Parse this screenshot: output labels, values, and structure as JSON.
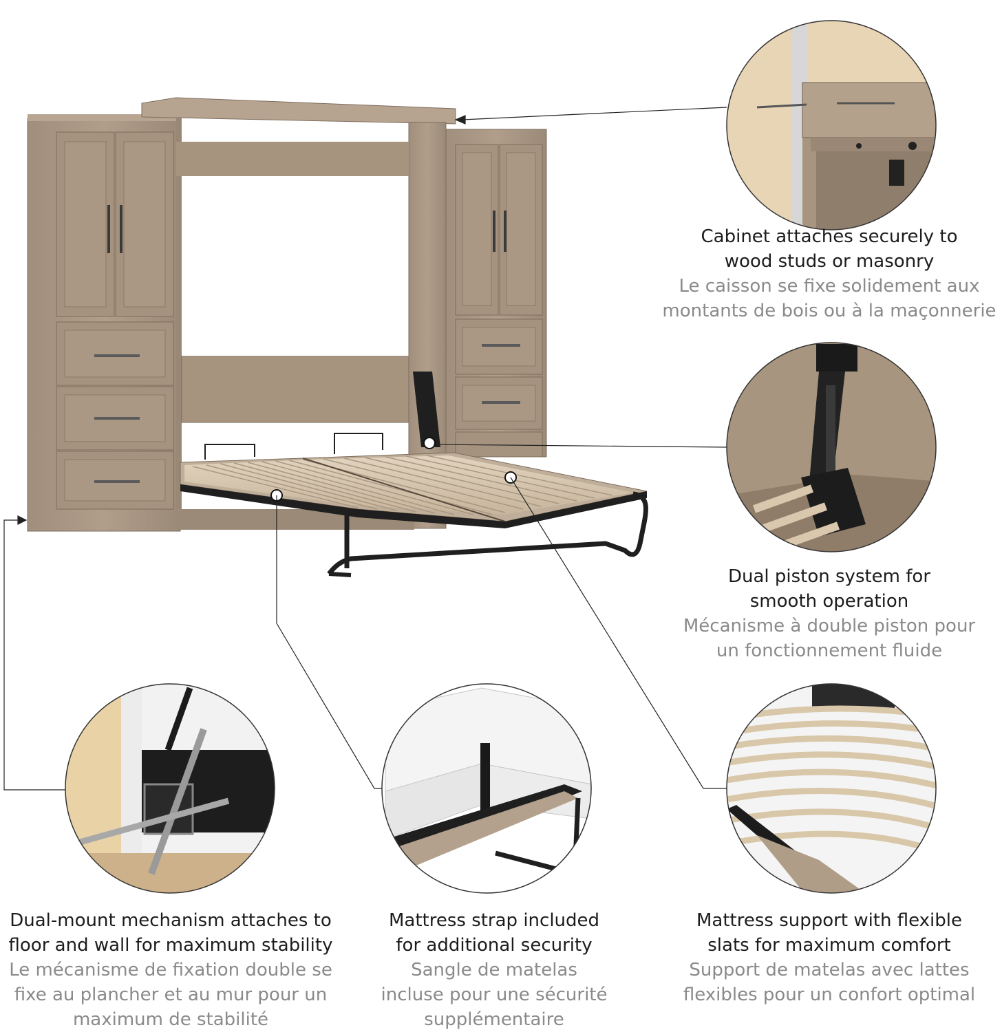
{
  "colors": {
    "wood": "#a89684",
    "wood_dark": "#8f7d6b",
    "wood_light": "#bcab99",
    "slat": "#d8c8b0",
    "metal": "#1f1f1f",
    "caption_en": "#1c1c1c",
    "caption_fr": "#8a8a8a",
    "callout_line": "#222222",
    "circle_border": "#333333"
  },
  "product": {
    "name": "Wall bed with storage cabinets"
  },
  "features": [
    {
      "id": "wall-fixing",
      "icon": "screw-bracket-detail",
      "en": "Cabinet attaches securely to\nwood studs or masonry",
      "fr": "Le caisson se fixe solidement aux\nmontants de bois ou à la maçonnerie"
    },
    {
      "id": "piston",
      "icon": "piston-detail",
      "en": "Dual piston system for\nsmooth operation",
      "fr": "Mécanisme à double piston pour\nun fonctionnement fluide"
    },
    {
      "id": "dual-mount",
      "icon": "floor-wall-mount-detail",
      "en": "Dual-mount mechanism attaches to\nfloor and wall for maximum stability",
      "fr": "Le mécanisme de fixation double se\nfixe au plancher et au mur pour un\nmaximum de stabilité"
    },
    {
      "id": "strap",
      "icon": "mattress-strap-detail",
      "en": "Mattress strap included\nfor additional security",
      "fr": "Sangle de matelas\nincluse pour une sécurité\nsupplémentaire"
    },
    {
      "id": "slats",
      "icon": "flexible-slats-detail",
      "en": "Mattress support with flexible\nslats for maximum comfort",
      "fr": "Support de matelas avec lattes\nflexibles pour un confort optimal"
    }
  ]
}
